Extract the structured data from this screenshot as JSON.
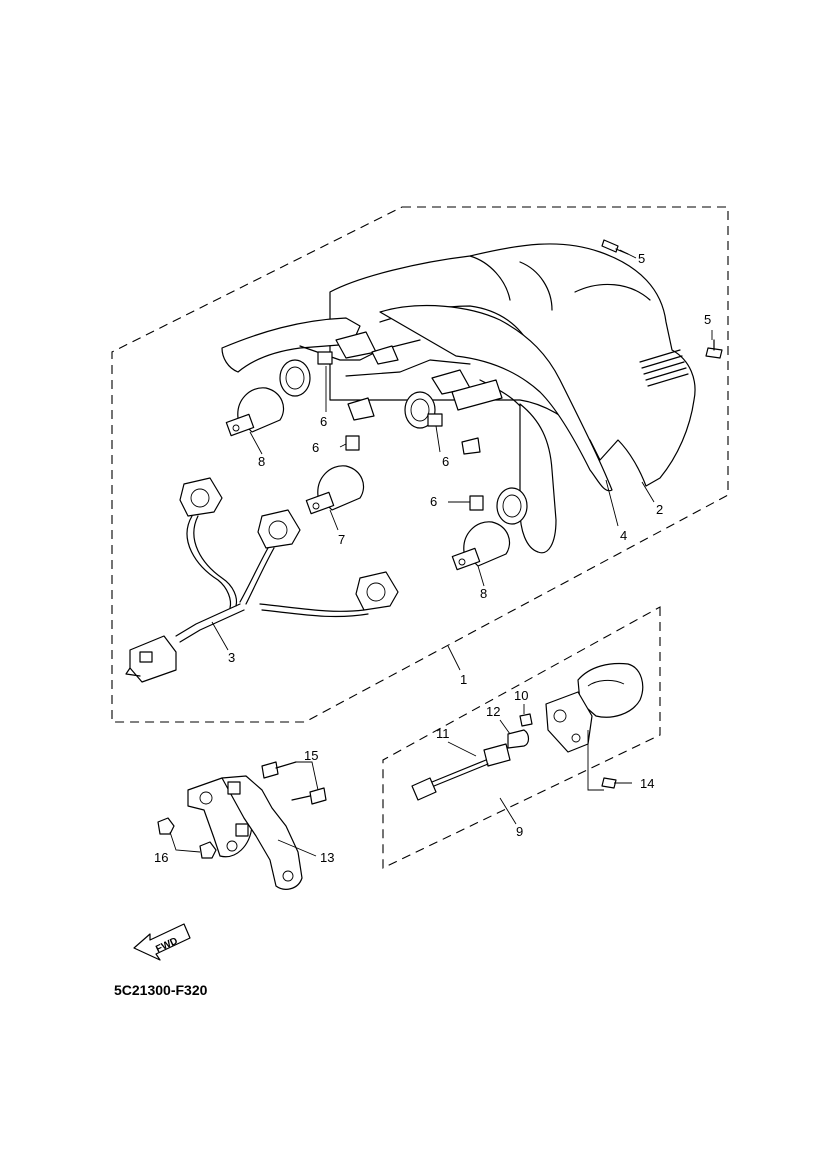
{
  "diagram": {
    "drawing_code": "5C21300-F320",
    "direction_arrow": "FWD",
    "callouts": {
      "c1": "1",
      "c2": "2",
      "c3": "3",
      "c4": "4",
      "c5a": "5",
      "c5b": "5",
      "c6a": "6",
      "c6b": "6",
      "c6c": "6",
      "c6d": "6",
      "c7": "7",
      "c8a": "8",
      "c8b": "8",
      "c9": "9",
      "c10": "10",
      "c11": "11",
      "c12": "12",
      "c13": "13",
      "c14": "14",
      "c15": "15",
      "c16": "16"
    }
  }
}
